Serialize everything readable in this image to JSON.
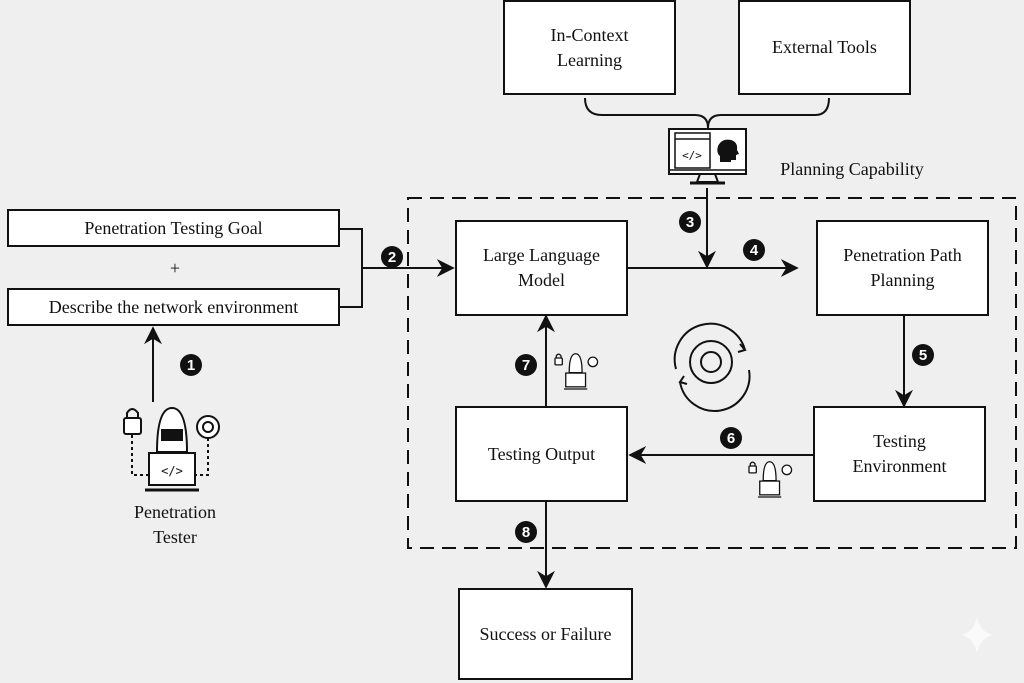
{
  "boxes": {
    "in_context_learning": "In-Context\nLearning",
    "external_tools": "External Tools",
    "goal": "Penetration Testing Goal",
    "plus": "+",
    "network": "Describe the network environment",
    "llm": "Large Language\nModel",
    "path_planning": "Penetration Path\nPlanning",
    "testing_environment": "Testing\nEnvironment",
    "testing_output": "Testing Output",
    "result": "Success or Failure"
  },
  "labels": {
    "planning_capability": "Planning Capability",
    "tester": "Penetration\nTester"
  },
  "steps": [
    "1",
    "2",
    "3",
    "4",
    "5",
    "6",
    "7",
    "8"
  ],
  "icons": {
    "computer_brain": "computer-with-code-and-brain",
    "tester": "hacker-with-laptop-lock-gear",
    "cycle": "gear-with-circular-arrows",
    "watermark": "sparkle"
  }
}
